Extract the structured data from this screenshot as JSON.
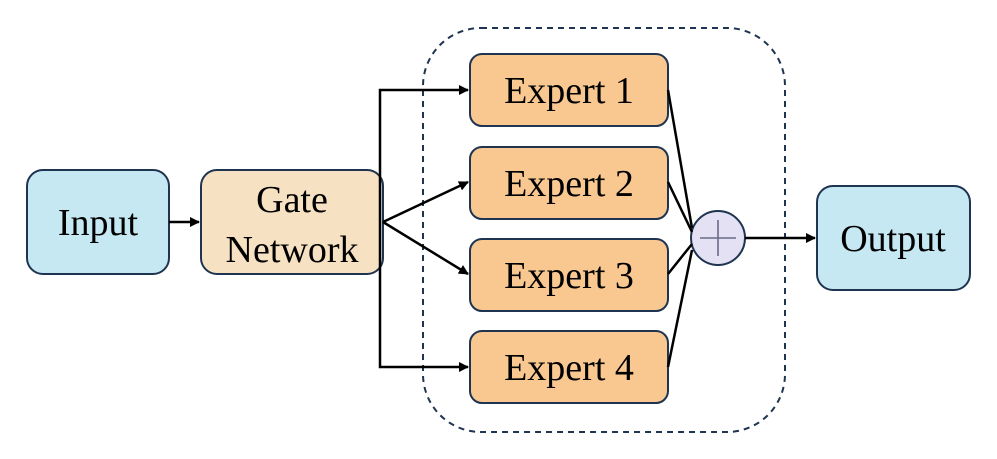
{
  "diagram": {
    "nodes": {
      "input": {
        "label": "Input",
        "fill": "#c5e8f2"
      },
      "gate": {
        "label_line1": "Gate",
        "label_line2": "Network",
        "fill": "#f6e2c2"
      },
      "experts": [
        {
          "label": "Expert 1",
          "fill": "#f9c891"
        },
        {
          "label": "Expert 2",
          "fill": "#f9c891"
        },
        {
          "label": "Expert 3",
          "fill": "#f9c891"
        },
        {
          "label": "Expert 4",
          "fill": "#f9c891"
        }
      ],
      "sum": {
        "symbol": "+",
        "fill": "#e4e1f5"
      },
      "output": {
        "label": "Output",
        "fill": "#c5e8f2"
      }
    },
    "colors": {
      "stroke": "#1f3450",
      "arrow": "#000000",
      "group_border": "#1f3450"
    }
  }
}
